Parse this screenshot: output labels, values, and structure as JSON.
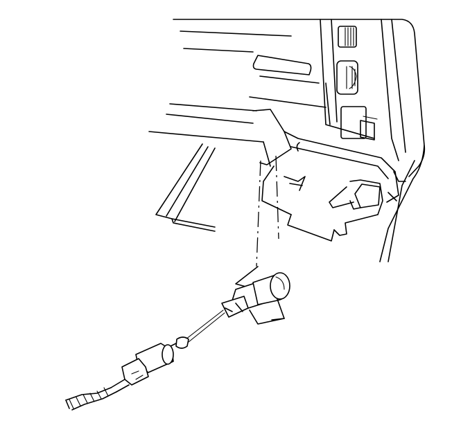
{
  "figure": {
    "description_visible_text": "",
    "parts": [
      {
        "name": "instrument-panel-housing"
      },
      {
        "name": "control-knob-upper"
      },
      {
        "name": "control-knob-middle"
      },
      {
        "name": "control-knob-lower"
      },
      {
        "name": "panel-window-slot"
      },
      {
        "name": "mounting-bracket"
      },
      {
        "name": "sensor-clip-assembly"
      },
      {
        "name": "wire-harness-connector"
      },
      {
        "name": "wire-lead"
      }
    ]
  }
}
